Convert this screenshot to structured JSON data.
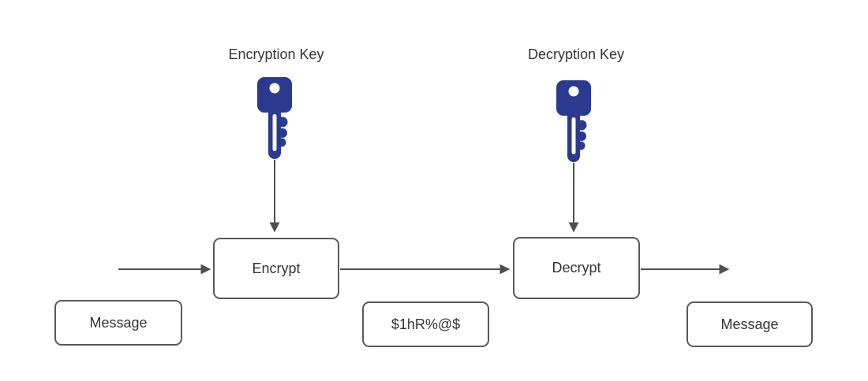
{
  "diagram": {
    "type": "flow-diagram",
    "subject": "symmetric encryption / decryption process",
    "key_labels": {
      "encryption": "Encryption Key",
      "decryption": "Decryption Key"
    },
    "nodes": {
      "encrypt": {
        "label": "Encrypt"
      },
      "decrypt": {
        "label": "Decrypt"
      },
      "message_input": {
        "label": "Message"
      },
      "ciphertext": {
        "label": "$1hR%@$"
      },
      "message_output": {
        "label": "Message"
      }
    },
    "icons": {
      "encryption_key": "key-icon",
      "decryption_key": "key-icon"
    },
    "flow": [
      "Message",
      "Encrypt",
      "$1hR%@$",
      "Decrypt",
      "Message"
    ],
    "colors": {
      "key_fill": "#2b3a8f",
      "key_hole": "#ffffff",
      "connector": "#4f4f4f",
      "node_border": "#595959",
      "node_fill": "#ffffff",
      "text": "#343434",
      "background": "#ffffff"
    }
  }
}
